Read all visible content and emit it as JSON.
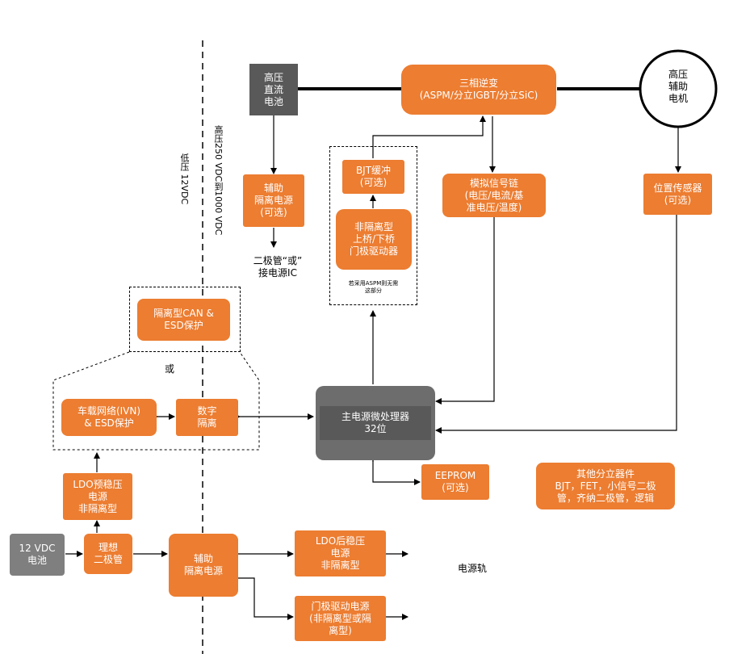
{
  "hv_battery": "高压\n直流\n电池",
  "inverter": "三相逆变\n(ASPM/分立IGBT/分立SiC)",
  "motor": "高压\n辅助\n电机",
  "aux_iso_supply_hv": "辅助\n隔离电源\n(可选)",
  "diode_or_label": "二极管“或”\n接电源IC",
  "bjt_buffer": "BJT缓冲\n(可选)",
  "gate_driver": "非隔离型\n上桥/下桥\n门极驱动器",
  "aspm_note": "若采用ASPM则无需\n这部分",
  "analog_chain": "模拟信号链\n(电压/电流/基\n准电压/温度)",
  "position_sensor": "位置传感器\n(可选)",
  "hv_range_label": "高压250 VDC到1000 VDC",
  "lv_label": "低压 12VDC",
  "isolated_can": "隔离型CAN &\nESD保护",
  "or_label": "或",
  "ivn": "车载网络(IVN)\n& ESD保护",
  "digital_iso": "数字\n隔离",
  "main_mcu": "主电源微处理器\n32位",
  "eeprom": "EEPROM\n(可选)",
  "discretes": "其他分立器件\nBJT，FET，小信号二极\n管，齐纳二极管，逻辑",
  "ldo_pre": "LDO预稳压\n电源\n非隔离型",
  "lv_battery": "12 VDC\n电池",
  "ideal_diode": "理想\n二极管",
  "aux_iso_supply_lv": "辅助\n隔离电源",
  "ldo_post": "LDO后稳压\n电源\n非隔离型",
  "gate_supply": "门极驱动电源\n(非隔离型或隔\n离型)",
  "power_rail": "电源轨"
}
